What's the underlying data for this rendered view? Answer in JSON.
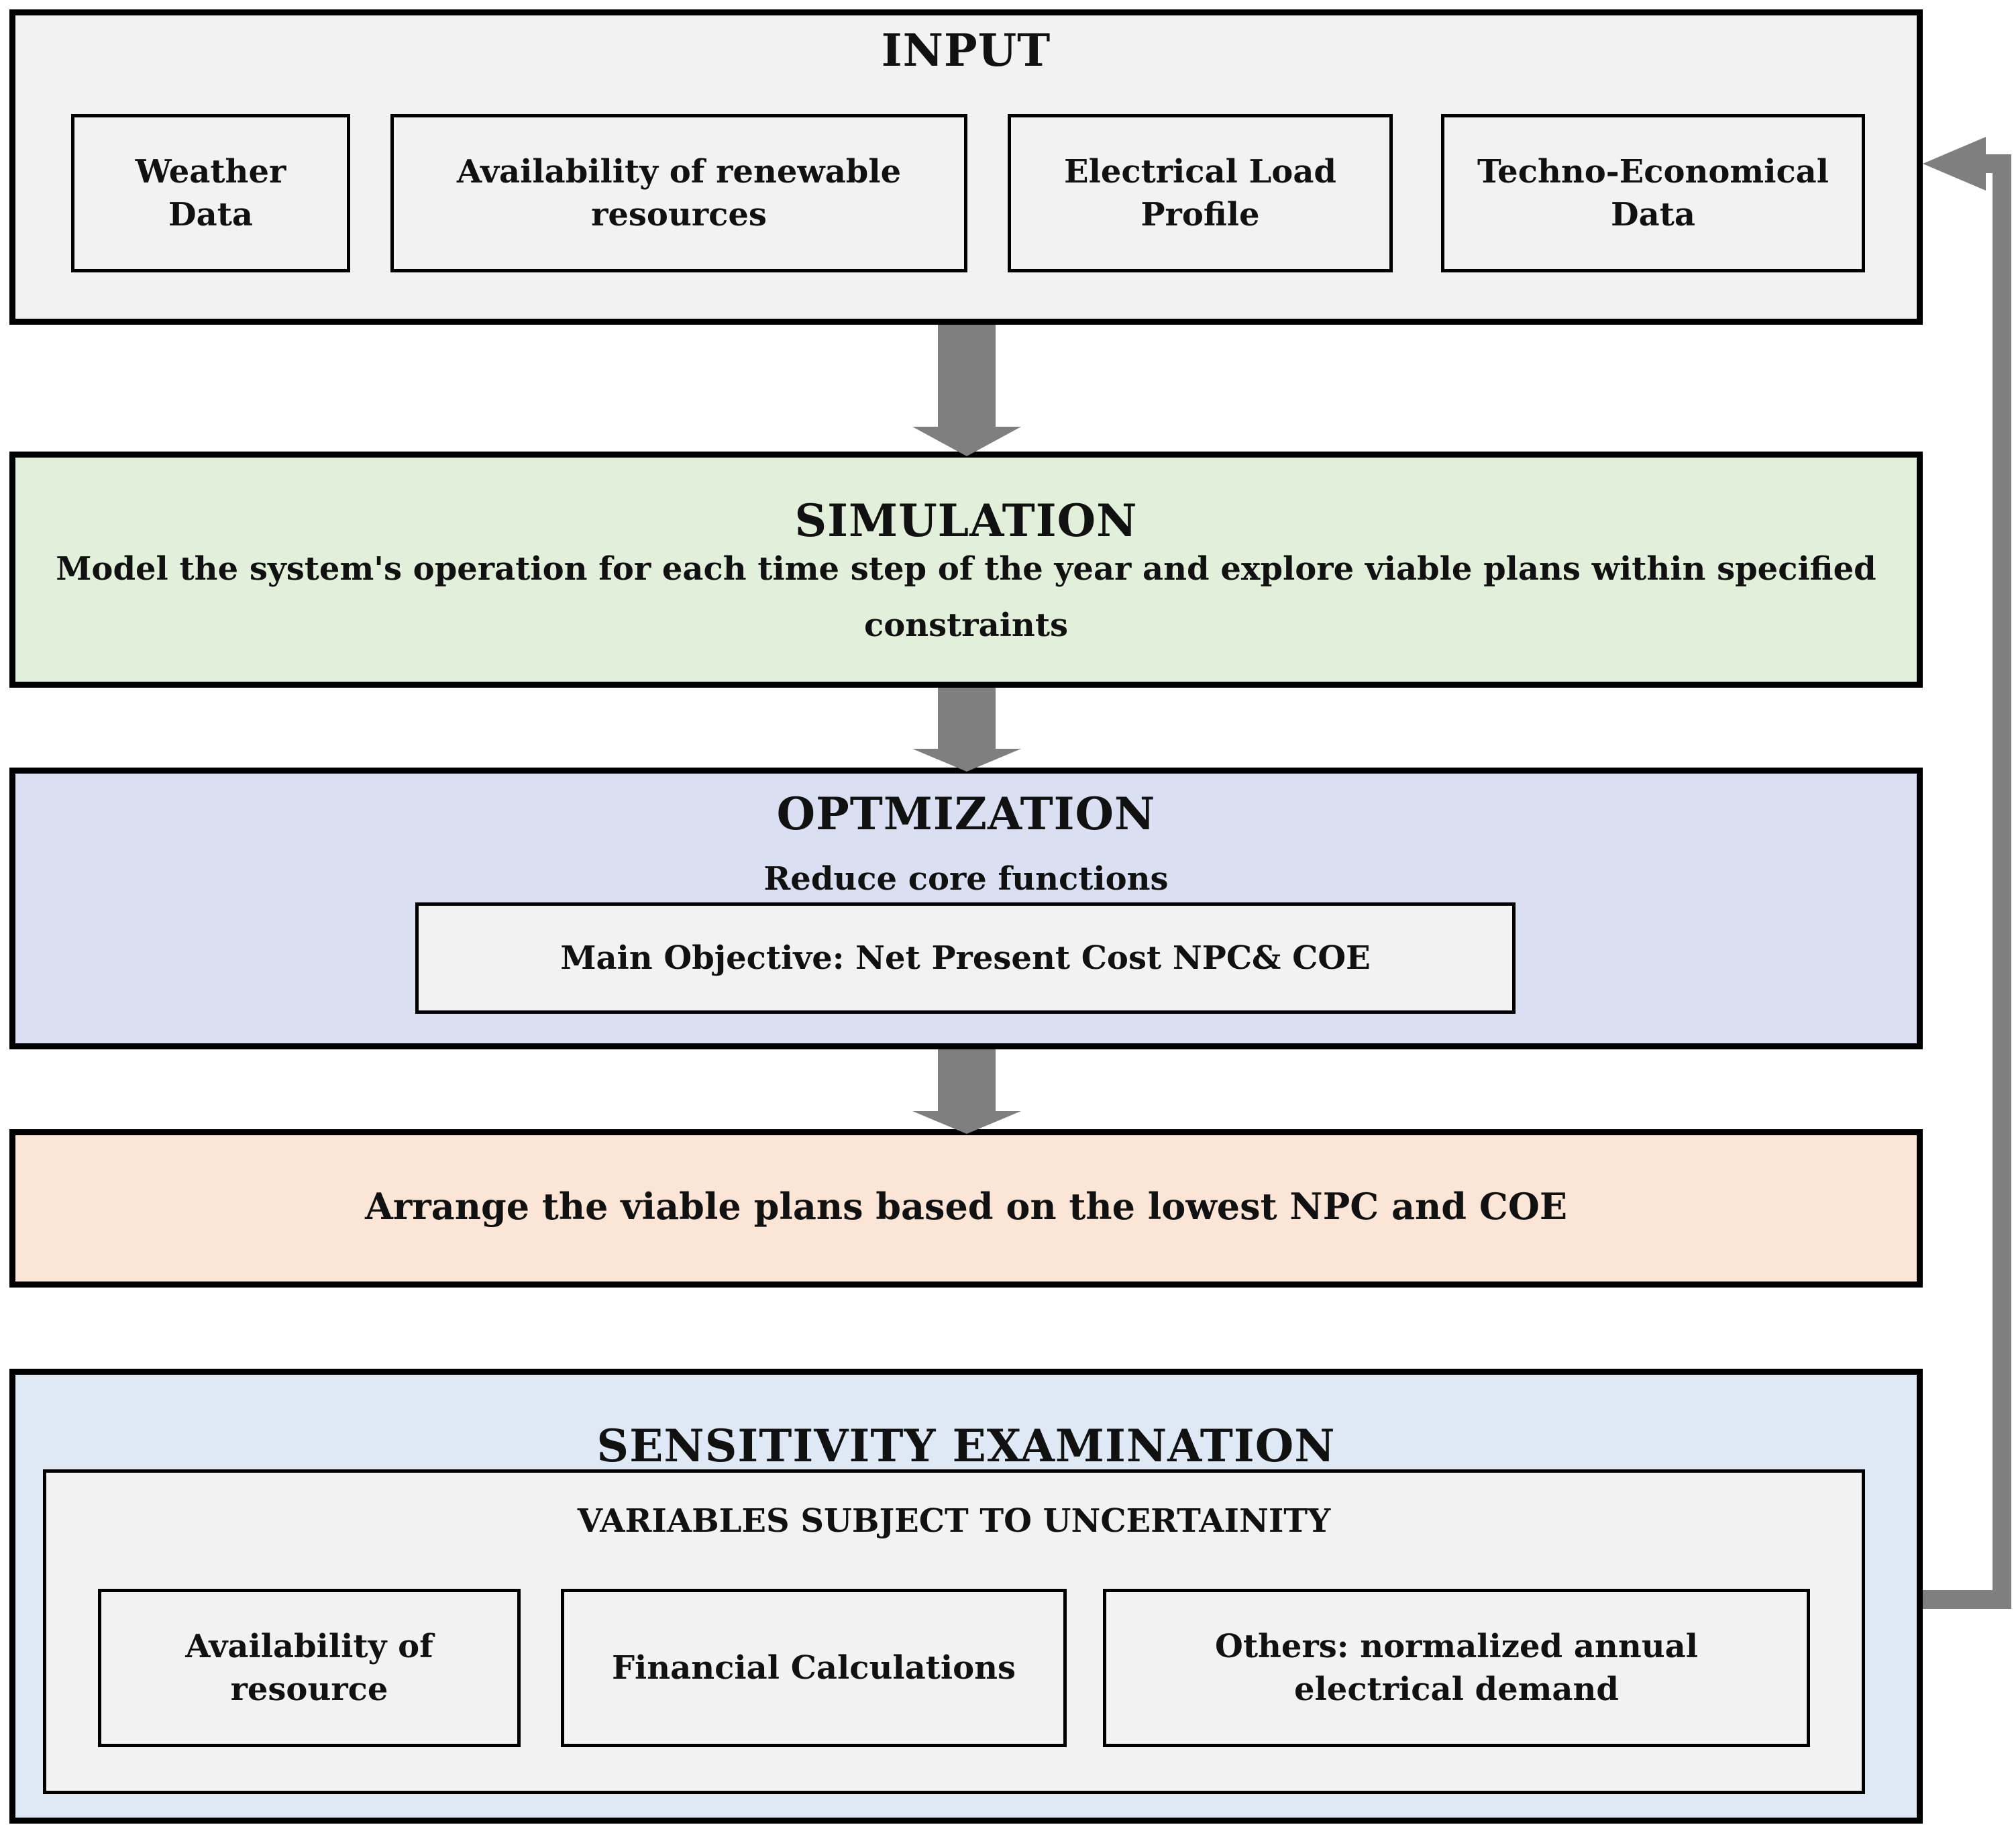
{
  "input": {
    "title": "INPUT",
    "boxes": [
      "Weather Data",
      "Availability of renewable resources",
      "Electrical Load Profile",
      "Techno-Economical Data"
    ]
  },
  "simulation": {
    "title": "SIMULATION",
    "description": "Model the system's operation for each time step of the year and explore viable plans within specified constraints"
  },
  "optimization": {
    "title": "OPTMIZATION",
    "subtitle": "Reduce core functions",
    "objective": "Main Objective: Net Present Cost NPC& COE"
  },
  "arrange": {
    "text": "Arrange the viable plans based on the lowest NPC and COE"
  },
  "sensitivity": {
    "title": "SENSITIVITY EXAMINATION",
    "variables_title": "VARIABLES SUBJECT TO UNCERTAINITY",
    "variables": [
      "Availability of resource",
      "Financial Calculations",
      "Others: normalized annual electrical demand"
    ]
  },
  "colors": {
    "input_bg": "#f2f2f2",
    "simulation_bg": "#e2efda",
    "optimization_bg": "#dae0f2",
    "arrange_bg": "#fbe5d6",
    "sensitivity_bg": "#dfe9f5",
    "arrow": "#7f7f7f",
    "border": "#000000"
  }
}
